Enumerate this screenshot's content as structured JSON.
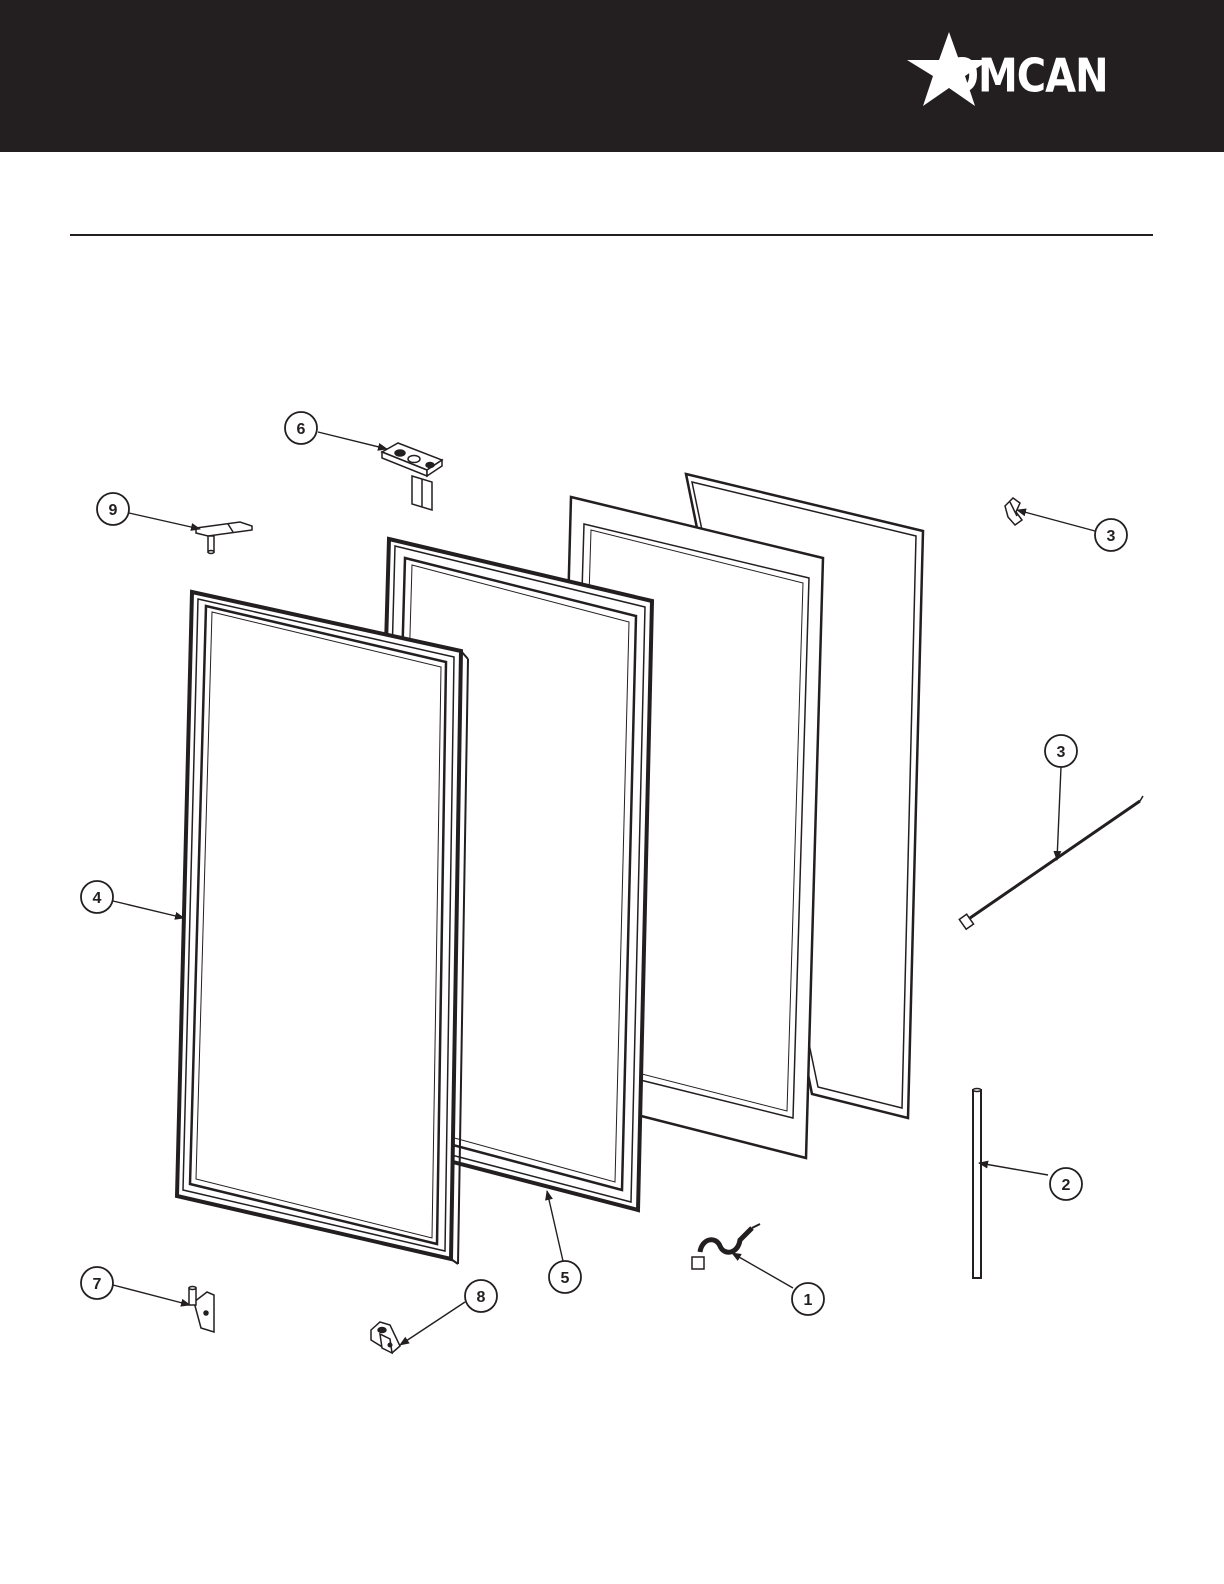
{
  "header": {
    "brand": "OMCAN",
    "logo_icon": "star-icon",
    "background_color": "#231f20"
  },
  "diagram": {
    "type": "exploded-parts-view",
    "callouts": [
      "1",
      "2",
      "3",
      "3",
      "4",
      "5",
      "6",
      "7",
      "8",
      "9"
    ]
  }
}
